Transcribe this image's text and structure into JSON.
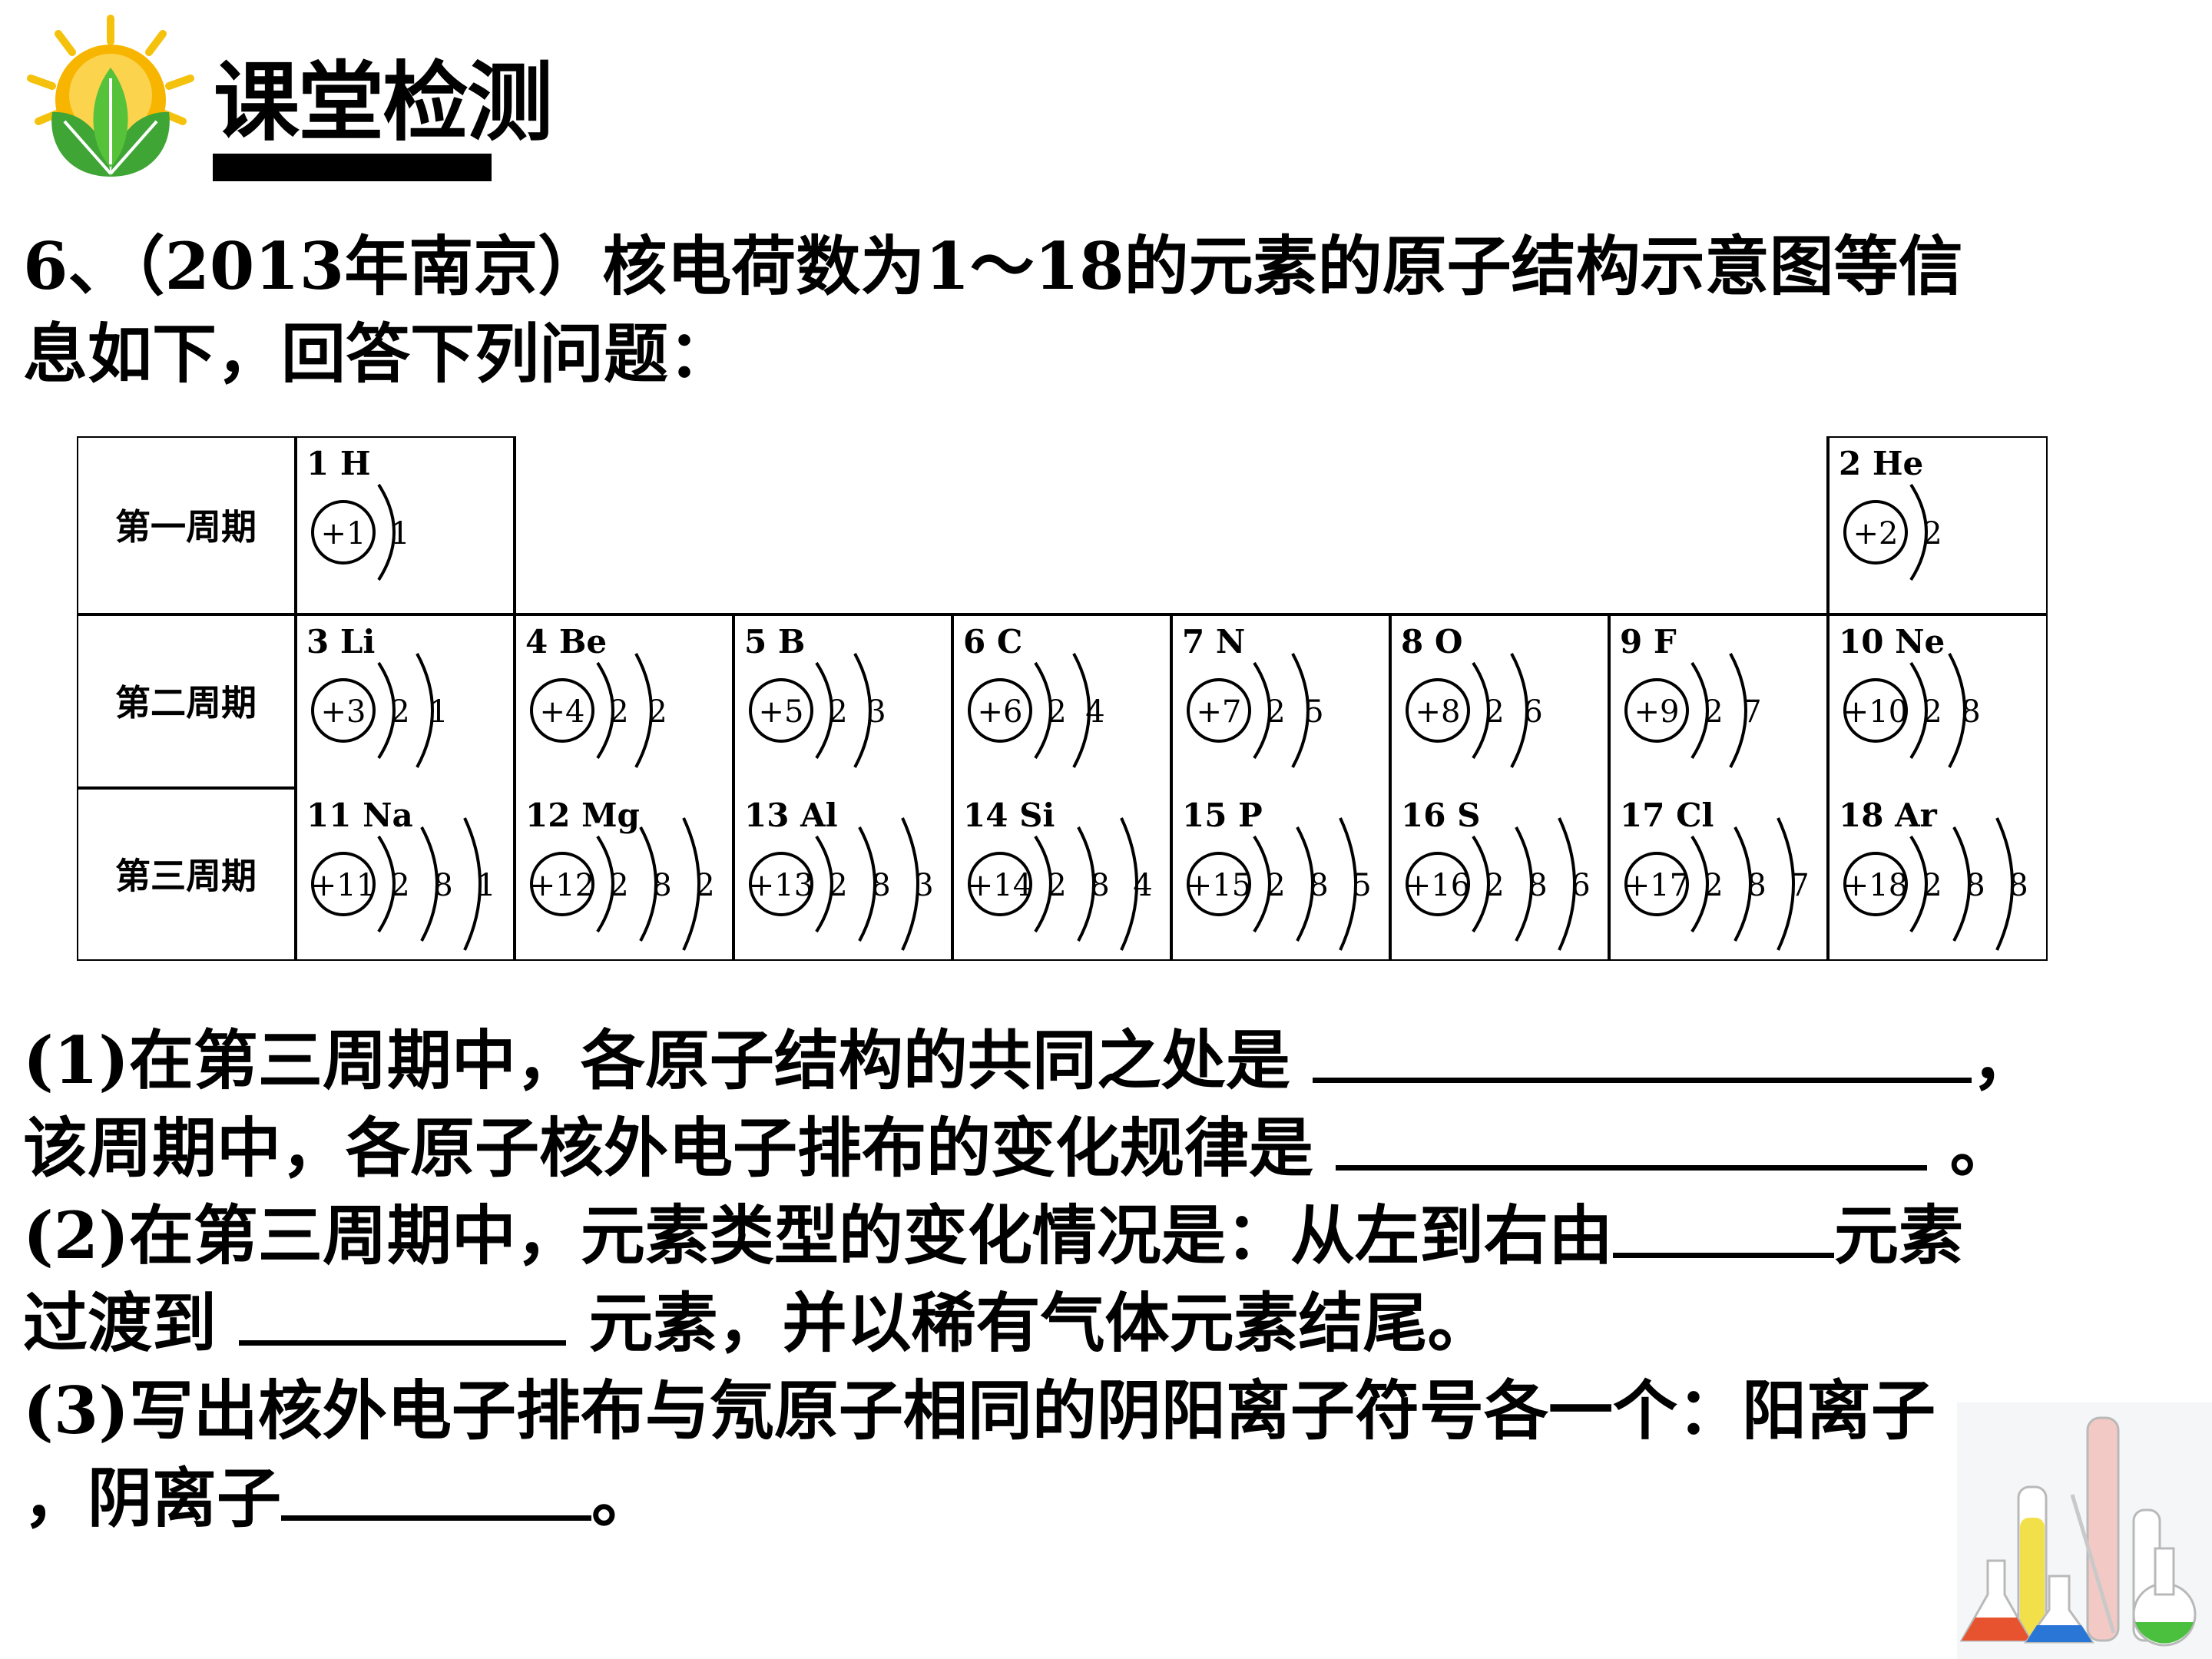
{
  "header": {
    "title": "课堂检测",
    "logo_icon": "sun-leaves-icon"
  },
  "question": {
    "number": "6、",
    "source": "（2013年南京）",
    "stem_line1": "核电荷数为1～18的元素的原子结构示意图等信",
    "stem_line2": "息如下，回答下列问题："
  },
  "table": {
    "periods": [
      "第一周期",
      "第二周期",
      "第三周期"
    ],
    "elements": [
      {
        "label": "1 H",
        "nucleus": "+1",
        "shells": [
          "1"
        ],
        "period": 1,
        "col": 1
      },
      {
        "label": "2 He",
        "nucleus": "+2",
        "shells": [
          "2"
        ],
        "period": 1,
        "col": 8
      },
      {
        "label": "3 Li",
        "nucleus": "+3",
        "shells": [
          "2",
          "1"
        ],
        "period": 2,
        "col": 1
      },
      {
        "label": "4 Be",
        "nucleus": "+4",
        "shells": [
          "2",
          "2"
        ],
        "period": 2,
        "col": 2
      },
      {
        "label": "5 B",
        "nucleus": "+5",
        "shells": [
          "2",
          "3"
        ],
        "period": 2,
        "col": 3
      },
      {
        "label": "6 C",
        "nucleus": "+6",
        "shells": [
          "2",
          "4"
        ],
        "period": 2,
        "col": 4
      },
      {
        "label": "7 N",
        "nucleus": "+7",
        "shells": [
          "2",
          "5"
        ],
        "period": 2,
        "col": 5
      },
      {
        "label": "8 O",
        "nucleus": "+8",
        "shells": [
          "2",
          "6"
        ],
        "period": 2,
        "col": 6
      },
      {
        "label": "9 F",
        "nucleus": "+9",
        "shells": [
          "2",
          "7"
        ],
        "period": 2,
        "col": 7
      },
      {
        "label": "10 Ne",
        "nucleus": "+10",
        "shells": [
          "2",
          "8"
        ],
        "period": 2,
        "col": 8
      },
      {
        "label": "11 Na",
        "nucleus": "+11",
        "shells": [
          "2",
          "8",
          "1"
        ],
        "period": 3,
        "col": 1
      },
      {
        "label": "12 Mg",
        "nucleus": "+12",
        "shells": [
          "2",
          "8",
          "2"
        ],
        "period": 3,
        "col": 2
      },
      {
        "label": "13 Al",
        "nucleus": "+13",
        "shells": [
          "2",
          "8",
          "3"
        ],
        "period": 3,
        "col": 3
      },
      {
        "label": "14 Si",
        "nucleus": "+14",
        "shells": [
          "2",
          "8",
          "4"
        ],
        "period": 3,
        "col": 4
      },
      {
        "label": "15 P",
        "nucleus": "+15",
        "shells": [
          "2",
          "8",
          "5"
        ],
        "period": 3,
        "col": 5
      },
      {
        "label": "16 S",
        "nucleus": "+16",
        "shells": [
          "2",
          "8",
          "6"
        ],
        "period": 3,
        "col": 6
      },
      {
        "label": "17 Cl",
        "nucleus": "+17",
        "shells": [
          "2",
          "8",
          "7"
        ],
        "period": 3,
        "col": 7
      },
      {
        "label": "18 Ar",
        "nucleus": "+18",
        "shells": [
          "2",
          "8",
          "8"
        ],
        "period": 3,
        "col": 8
      }
    ]
  },
  "subquestions": {
    "q1a_text": "(1)在第三周期中，各原子结构的共同之处是 ",
    "q1a_end": "，",
    "q1b_text": " 该周期中，各原子核外电子排布的变化规律是 ",
    "q1b_end": " 。",
    "q2a_text": "(2)在第三周期中，元素类型的变化情况是：从左到右由",
    "q2a_end": "元素",
    "q2b_text": "过渡到 ",
    "q2b_end": " 元素，并以稀有气体元素结尾。",
    "q3a_text": "(3)写出核外电子排布与氖原子相同的阴阳离子符号各一个：阳离子",
    "q3b_text": "，阴离子",
    "q3b_end": "。"
  },
  "decoration": {
    "flask_icon": "lab-glassware-icon"
  }
}
